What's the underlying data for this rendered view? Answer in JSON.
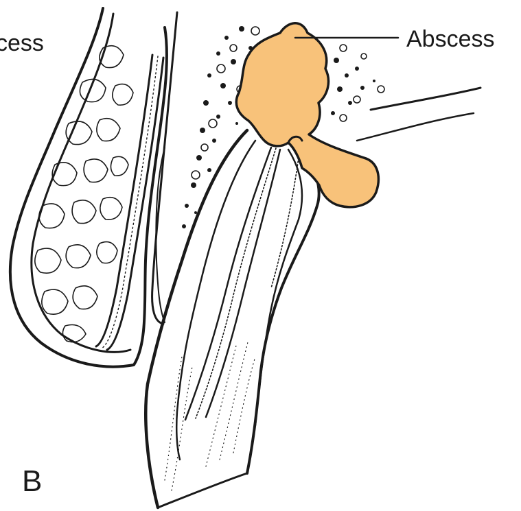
{
  "labels": {
    "left_partial": "cess",
    "abscess": "Abscess",
    "panel": "B"
  },
  "colors": {
    "abscess_fill": "#f8c27a",
    "ink": "#1a1a1a"
  }
}
